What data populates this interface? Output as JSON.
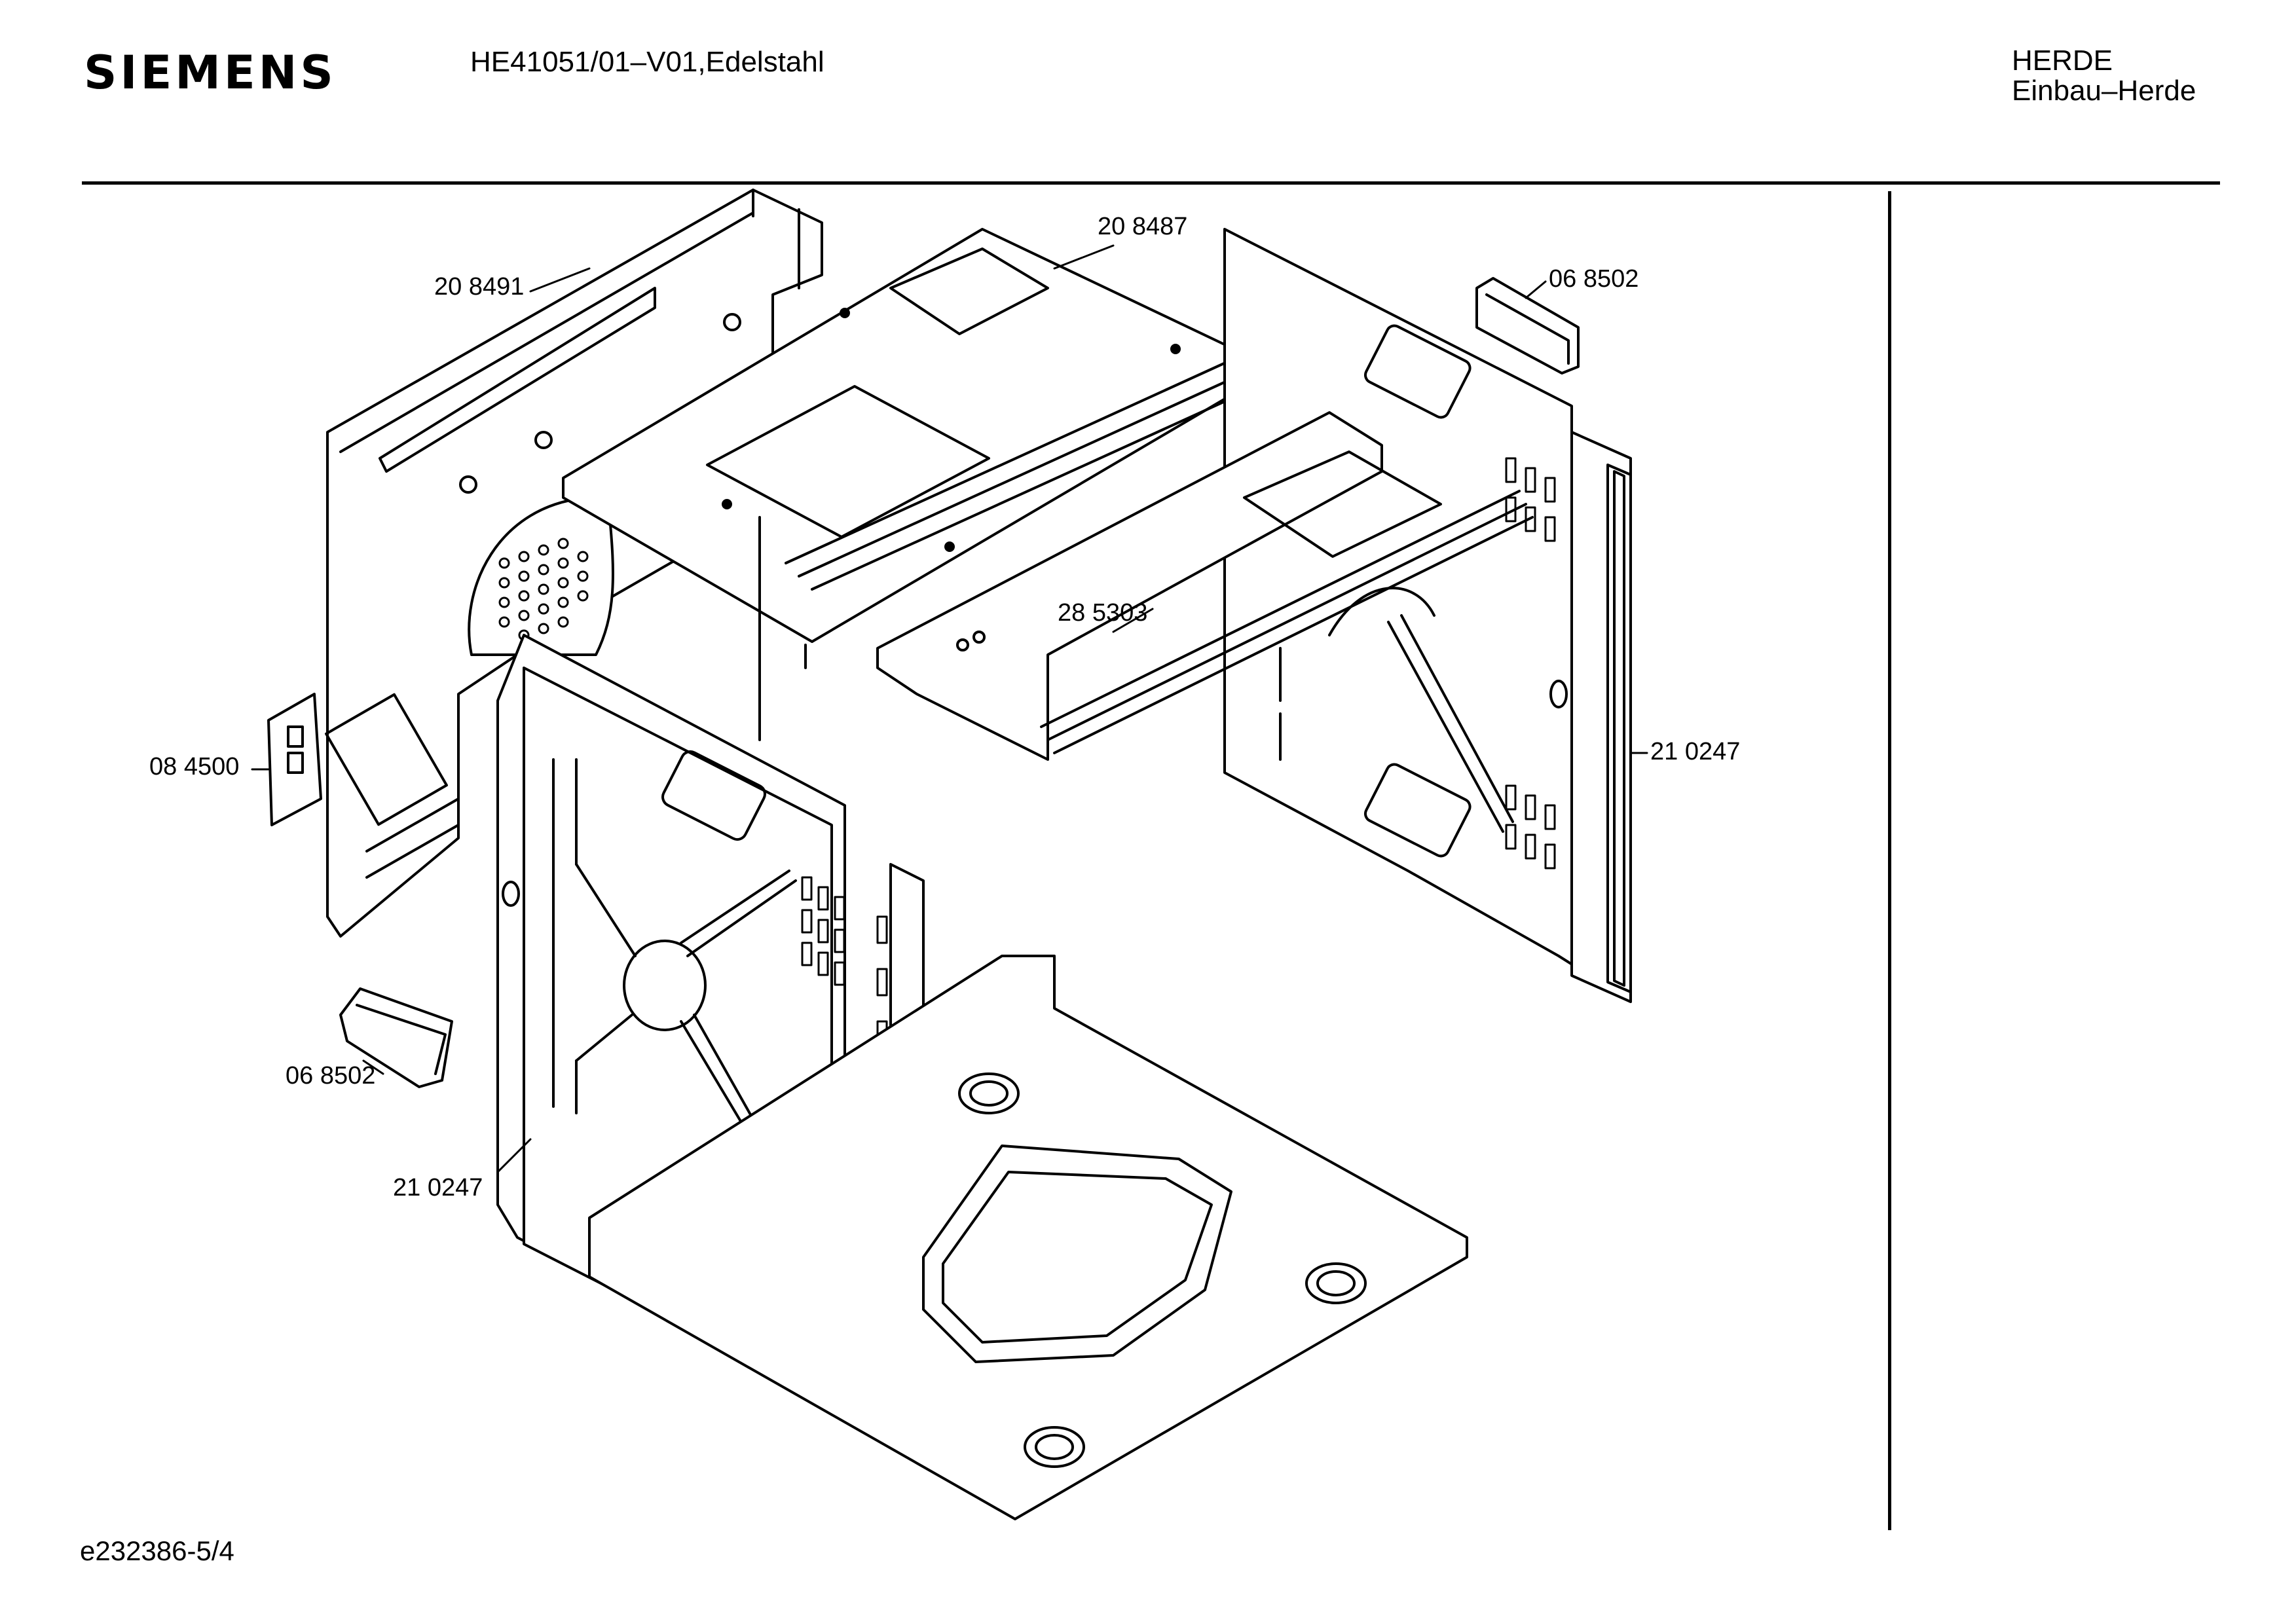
{
  "header": {
    "brand": "SIEMENS",
    "model": "HE41051/01–V01,Edelstahl",
    "category_line1": "HERDE",
    "category_line2": "Einbau–Herde"
  },
  "footer": {
    "document_ref": "e232386-5/4"
  },
  "callouts": {
    "part_208491": "20 8491",
    "part_208487": "20 8487",
    "part_068502_top": "06 8502",
    "part_285303": "28 5303",
    "part_084500": "08 4500",
    "part_210247_right": "21 0247",
    "part_068502_left": "06 8502",
    "part_210247_left": "21 0247"
  }
}
